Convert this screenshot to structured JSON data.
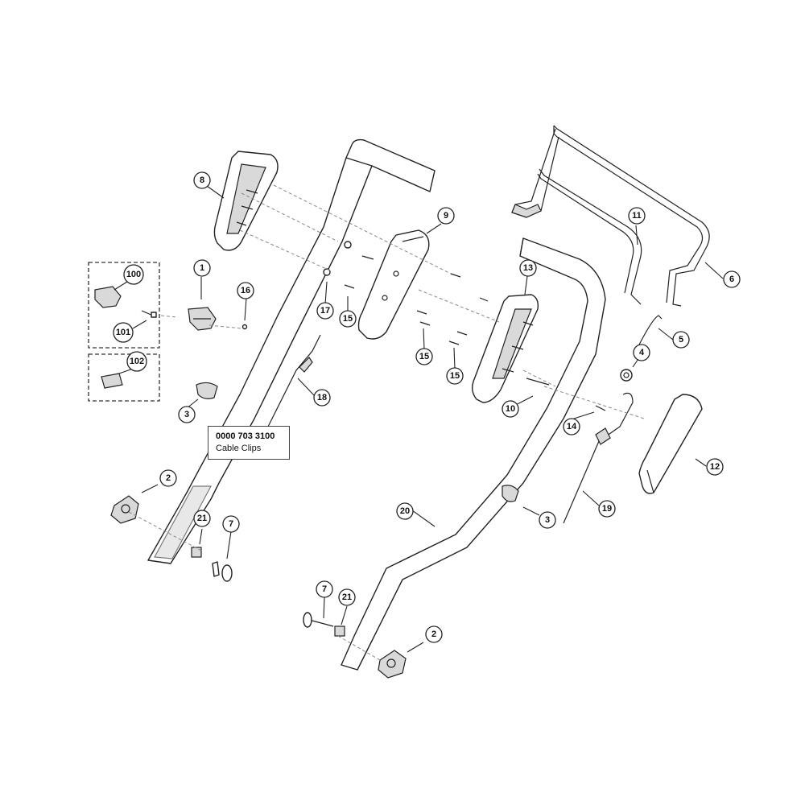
{
  "callouts": {
    "c8": "8",
    "c9": "9",
    "c11": "11",
    "c6": "6",
    "c100": "100",
    "c1": "1",
    "c16": "16",
    "c101": "101",
    "c17": "17",
    "c15a": "15",
    "c13": "13",
    "c15b": "15",
    "c5": "5",
    "c4": "4",
    "c102": "102",
    "c15c": "15",
    "c18": "18",
    "c10": "10",
    "c3a": "3",
    "c14": "14",
    "c12": "12",
    "c2a": "2",
    "c3b": "3",
    "c19": "19",
    "c20": "20",
    "c21a": "21",
    "c7a": "7",
    "c7b": "7",
    "c21b": "21",
    "c2b": "2"
  },
  "cable_clips": {
    "part_number": "0000 703 3100",
    "label": "Cable Clips"
  },
  "colors": {
    "line": "#222222",
    "shade": "#d9d9d9",
    "background": "#ffffff"
  }
}
